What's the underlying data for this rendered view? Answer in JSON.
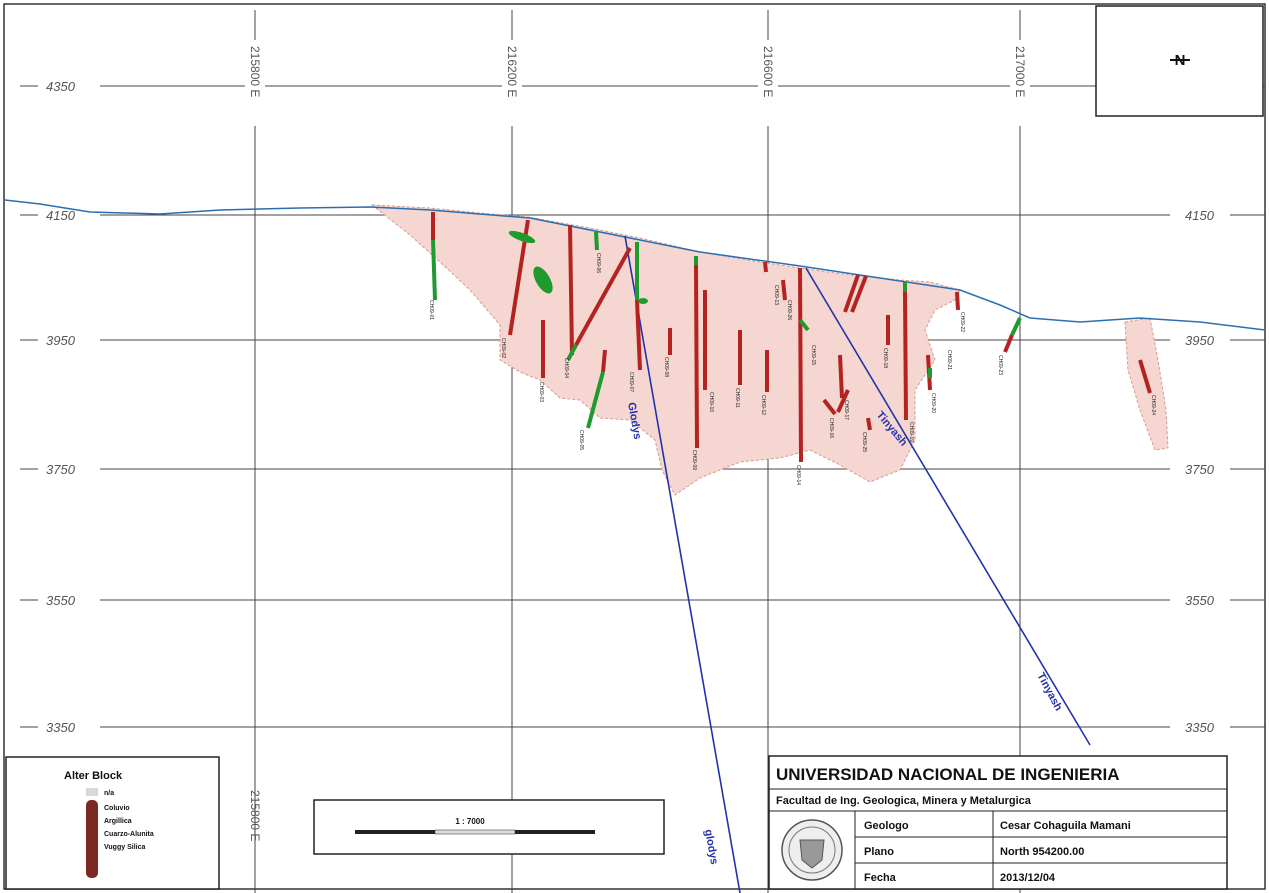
{
  "map": {
    "northing_labels": [
      "4350",
      "4150",
      "3950",
      "3750",
      "3550",
      "3350"
    ],
    "easting_labels": [
      "215800 E",
      "216200 E",
      "216600 E",
      "217000 E"
    ],
    "north_symbol": "N",
    "faults": [
      "Glodys",
      "Tinyash",
      "Tinyash",
      "glodys"
    ],
    "drillholes": [
      "CH09-01",
      "CH09-02",
      "CH09-03",
      "CH09-04",
      "CH09-05",
      "CH09-06",
      "CH09-07",
      "CH09-08",
      "CH09-09",
      "CH09-10",
      "CH09-11",
      "CH09-12",
      "CH09-13",
      "CH09-14",
      "CH09-15",
      "CH09-16",
      "CH09-17",
      "CH09-18",
      "CH09-19",
      "CH09-20",
      "CH09-21",
      "CH09-22",
      "CH09-23",
      "CH09-24",
      "CH09-25",
      "CH09-26"
    ]
  },
  "legend": {
    "title": "Alter Block",
    "items": [
      {
        "label": "n/a",
        "color": "#d8d8d8"
      },
      {
        "label": "Coluvio",
        "color": "#7a2a22"
      },
      {
        "label": "Argillica",
        "color": "#7a2a22"
      },
      {
        "label": "Cuarzo-Alunita",
        "color": "#7a2a22"
      },
      {
        "label": "Vuggy Silica",
        "color": "#7a2a22"
      }
    ]
  },
  "scale": {
    "label": "1 : 7000"
  },
  "title_block": {
    "university": "UNIVERSIDAD NACIONAL DE INGENIERIA",
    "faculty": "Facultad de Ing. Geologica, Minera y Metalurgica",
    "rows": [
      {
        "key": "Geologo",
        "value": "Cesar Cohaguila Mamani"
      },
      {
        "key": "Plano",
        "value": "North 954200.00"
      },
      {
        "key": "Fecha",
        "value": "2013/12/04"
      }
    ]
  },
  "colors": {
    "topography": "#2a6fb0",
    "fault": "#2233aa",
    "alteration_fill": "#f5d6d0",
    "argillic": "#b52222",
    "silica": "#1e9a2e"
  }
}
